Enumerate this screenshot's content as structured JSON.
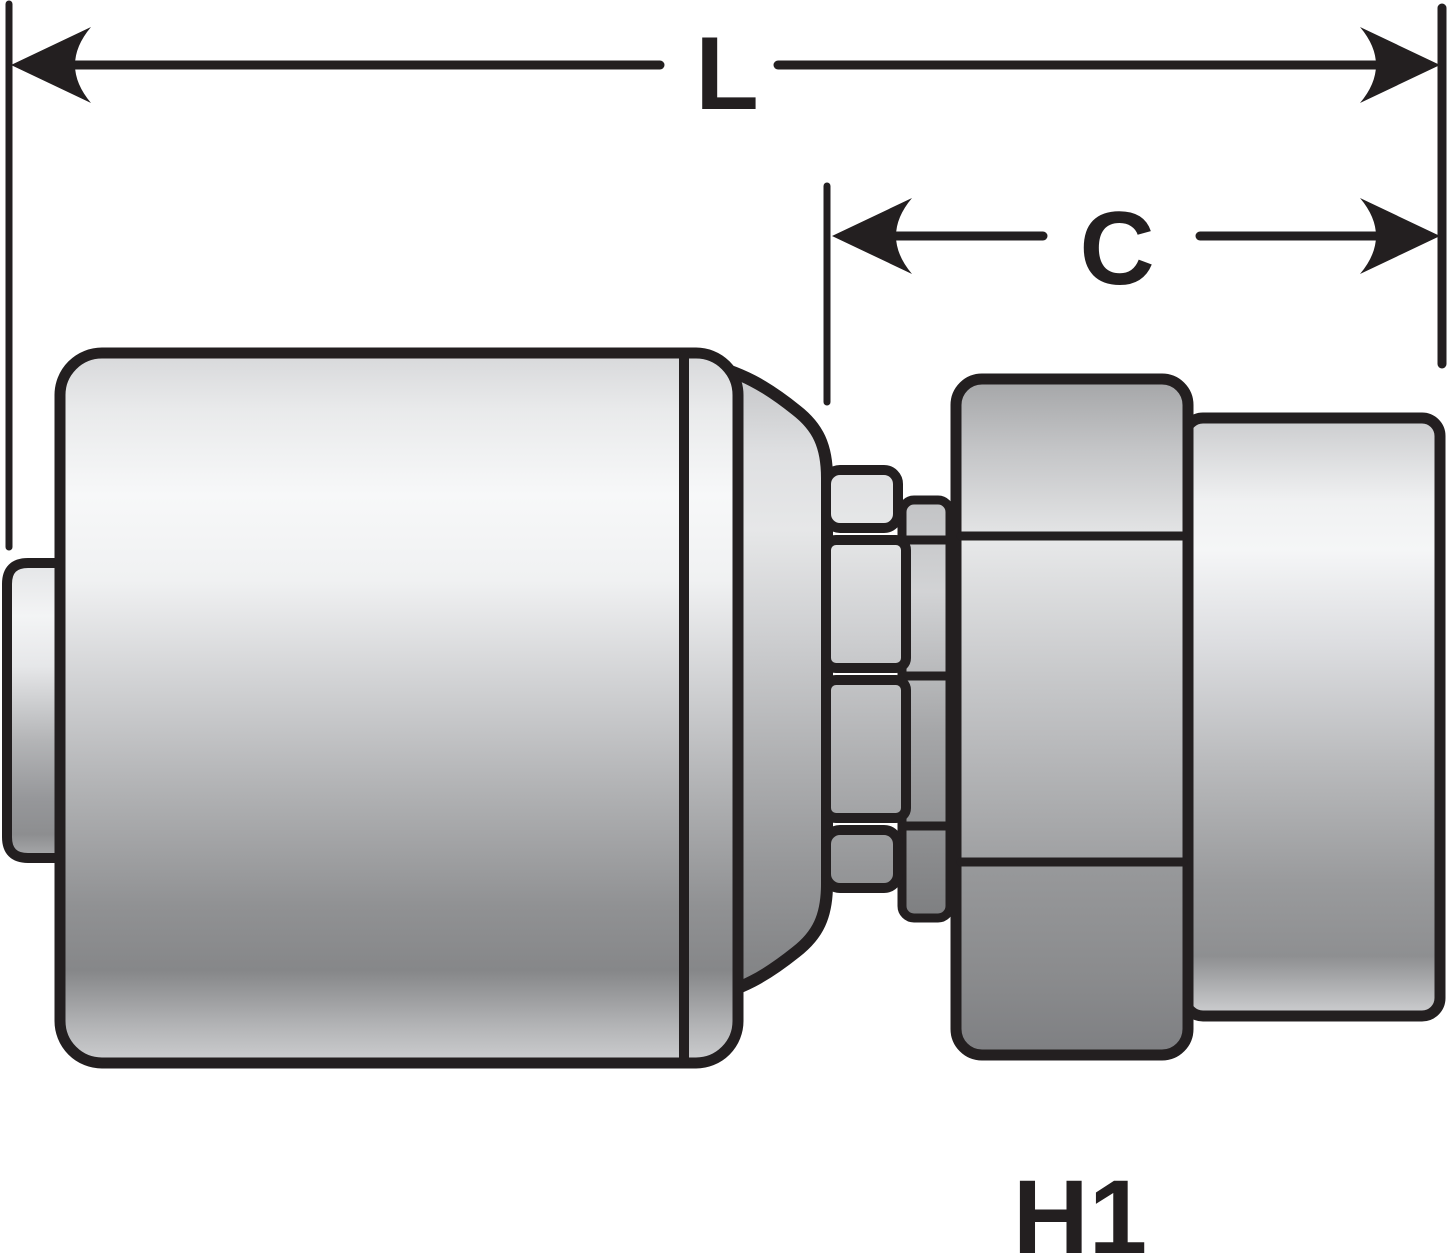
{
  "diagram": {
    "title": "hydraulic-crimp-fitting-female-swivel-side-view",
    "labels": {
      "overall_length": "L",
      "cutoff_length": "C",
      "hex_label": "H1"
    },
    "colors": {
      "background": "#ffffff",
      "outline": "#231f20",
      "metal_highlight": "#f7f8f9",
      "metal_light": "#d4d5d7",
      "metal_mid": "#b0b1b3",
      "metal_dark": "#85868a",
      "metal_darkest": "#7f8082"
    }
  }
}
